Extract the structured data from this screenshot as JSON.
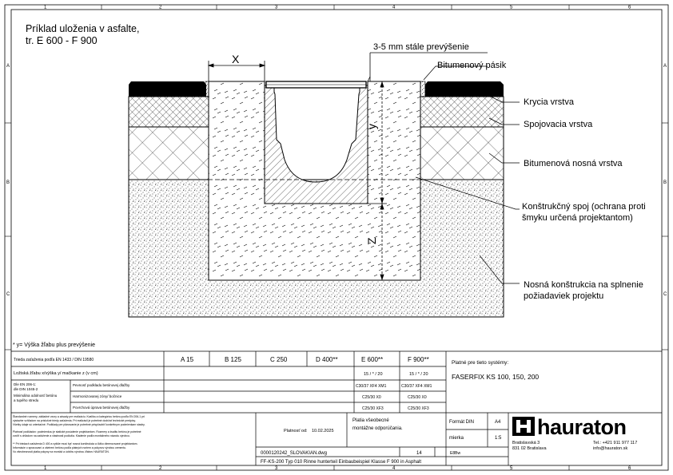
{
  "title": {
    "line1": "Príklad uloženia v asfalte,",
    "line2": "tr. E 600 - F 900"
  },
  "grid": {
    "cols": [
      "1",
      "2",
      "3",
      "4",
      "5",
      "6"
    ],
    "rows": [
      "A",
      "B",
      "C"
    ]
  },
  "dims": {
    "x": "X",
    "y": "y",
    "z": "Z"
  },
  "labels": {
    "overhang": "3-5 mm stále prevýšenie",
    "bitumen_strip": "Bitumenový pásik",
    "cover_layer": "Krycia vrstva",
    "binder_layer": "Spojovacia vrstva",
    "base_layer": "Bitumenová nosná vrstva",
    "joint_1": "Konštrukčný spoj (ochrana proti",
    "joint_2": "šmyku určená projektantom)",
    "support_1": "Nosná konštrukcia na splnenie",
    "support_2": "požiadaviek projektu"
  },
  "footnote": "* y= Výška žľabu plus prevýšenie",
  "table": {
    "class_header": "Trieda zaťaženia podľa EN 1433 / DIN 19580",
    "classes": [
      "A 15",
      "B 125",
      "C 250",
      "D 400**",
      "E 600**",
      "F 900**"
    ],
    "row_xyz": "Ložiská žľabu x/výška y/ mačkanie z (v cm)",
    "row_xyz_vals": [
      "15 / * / 20",
      "15 / * / 20"
    ],
    "side_label_1": "Dle EN 206-1:",
    "side_label_2": "dle DIN 1045-2",
    "side_label_3": "Minimálna odolnosť betónu",
    "side_label_4": "a tupého stredu",
    "row_foundation": "Pevnosť podkladu betónovej dlažby",
    "row_foundation_vals": [
      "C30/37 XF4 XM1",
      "C30/37 XF4 XM1"
    ],
    "row_lat": "Harmonizovanej zóny/ bočnice",
    "row_lat_vals": [
      "C25/30 X0",
      "C25/30 X0"
    ],
    "row_fill": "Povrchová úprava betónovej dlažby",
    "row_fill_vals": [
      "C25/30 XF3",
      "C25/30 XF3"
    ],
    "valid_label": "Platné pre tieto systémy:",
    "valid_systems": "FASERFIX KS 100, 150, 200"
  },
  "notes": {
    "n1a": "Štandardné rozmery, základné vzory a zásady pre realizáciu. Kvalitou a kategóriou betónu podľa EN 206-1 pri",
    "n1b": "výstavbe vzhľadom na príslušné triedy zaťaženia. Pri realizácii je potrebné dodržať technické predpisy.",
    "n1c": "Všetky údaje sú orientačné. Podklady pre plánovanie je potrebné prispôsobiť konkrétnym podmienkam stavby.",
    "n2a": "Platnosť podkladov: podmienkou je statické posúdenie projektantom. Rozmery a kvalitu betónu je potrebné",
    "n2b": "zvoliť s ohľadom na zaťaženie a vlastnosti podložia. Kladenie podľa montážneho návodu výrobcu.",
    "n3a": "** Pri triedach zaťaženia D 400 a vyššie musí byť nosná konštrukcia a lôžko dimenzované projektantom.",
    "n3b": "Informácie o spracovaní a ošetrení betónu podľa platných noriem a pokynov výrobcu cementu.",
    "n3c": "Vo všeobecnosti platia pokyny na montáž a údržbu výrobcu žľabov HAURATON."
  },
  "bottom": {
    "plate_label": "Platnosť od:",
    "plate_date": "10.02.2025",
    "plate_note_1": "Platia všeobecné",
    "plate_note_2": "montážne odporúčania.",
    "doc_number": "0000120242_SLOVAKIAN.dwg",
    "sheet_number": "14",
    "status": "E8Bw",
    "format_label": "Formát DIN",
    "format_val": "A4",
    "scale_label": "mierka",
    "scale_val": "1:5",
    "footer_title": "FF-KS-200 Typ 010 Rinne hunterteil Einbaubeispiel Klasse F 900 in Asphalt"
  },
  "company": {
    "name": "hauraton",
    "addr1": "Bratislavská 3",
    "addr2": "831 02 Bratislava",
    "phone": "Tel.: +421 911 977 117",
    "email": "info@hauraton.sk"
  }
}
